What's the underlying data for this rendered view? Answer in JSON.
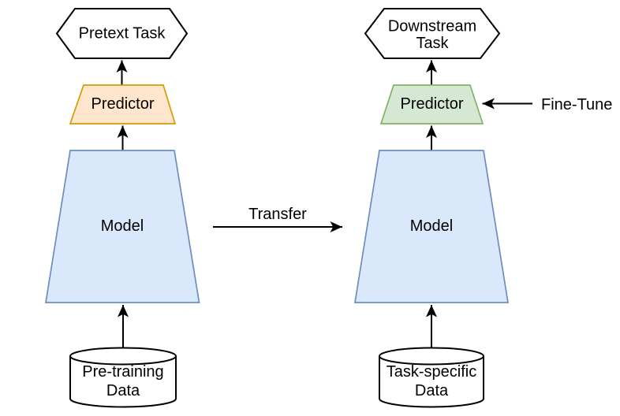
{
  "stages": {
    "pretraining": {
      "task": "Pretext Task",
      "predictor": "Predictor",
      "model": "Model",
      "data_line1": "Pre-training",
      "data_line2": "Data"
    },
    "downstream": {
      "task_line1": "Downstream",
      "task_line2": "Task",
      "predictor": "Predictor",
      "model": "Model",
      "data_line1": "Task-specific",
      "data_line2": "Data"
    }
  },
  "edges": {
    "transfer_label": "Transfer",
    "fine_tune_label": "Fine-Tune"
  },
  "colors": {
    "canvas_bg": "#ffffff",
    "node_fill": "#ffffff",
    "node_stroke": "#000000",
    "model_fill": "#dae8fc",
    "model_stroke": "#6c8ebf",
    "pretext_predictor_fill": "#ffe6cc",
    "pretext_predictor_stroke": "#d79b00",
    "downstream_predictor_fill": "#d5e8d4",
    "downstream_predictor_stroke": "#82b366",
    "arrow": "#000000",
    "text": "#000000"
  }
}
